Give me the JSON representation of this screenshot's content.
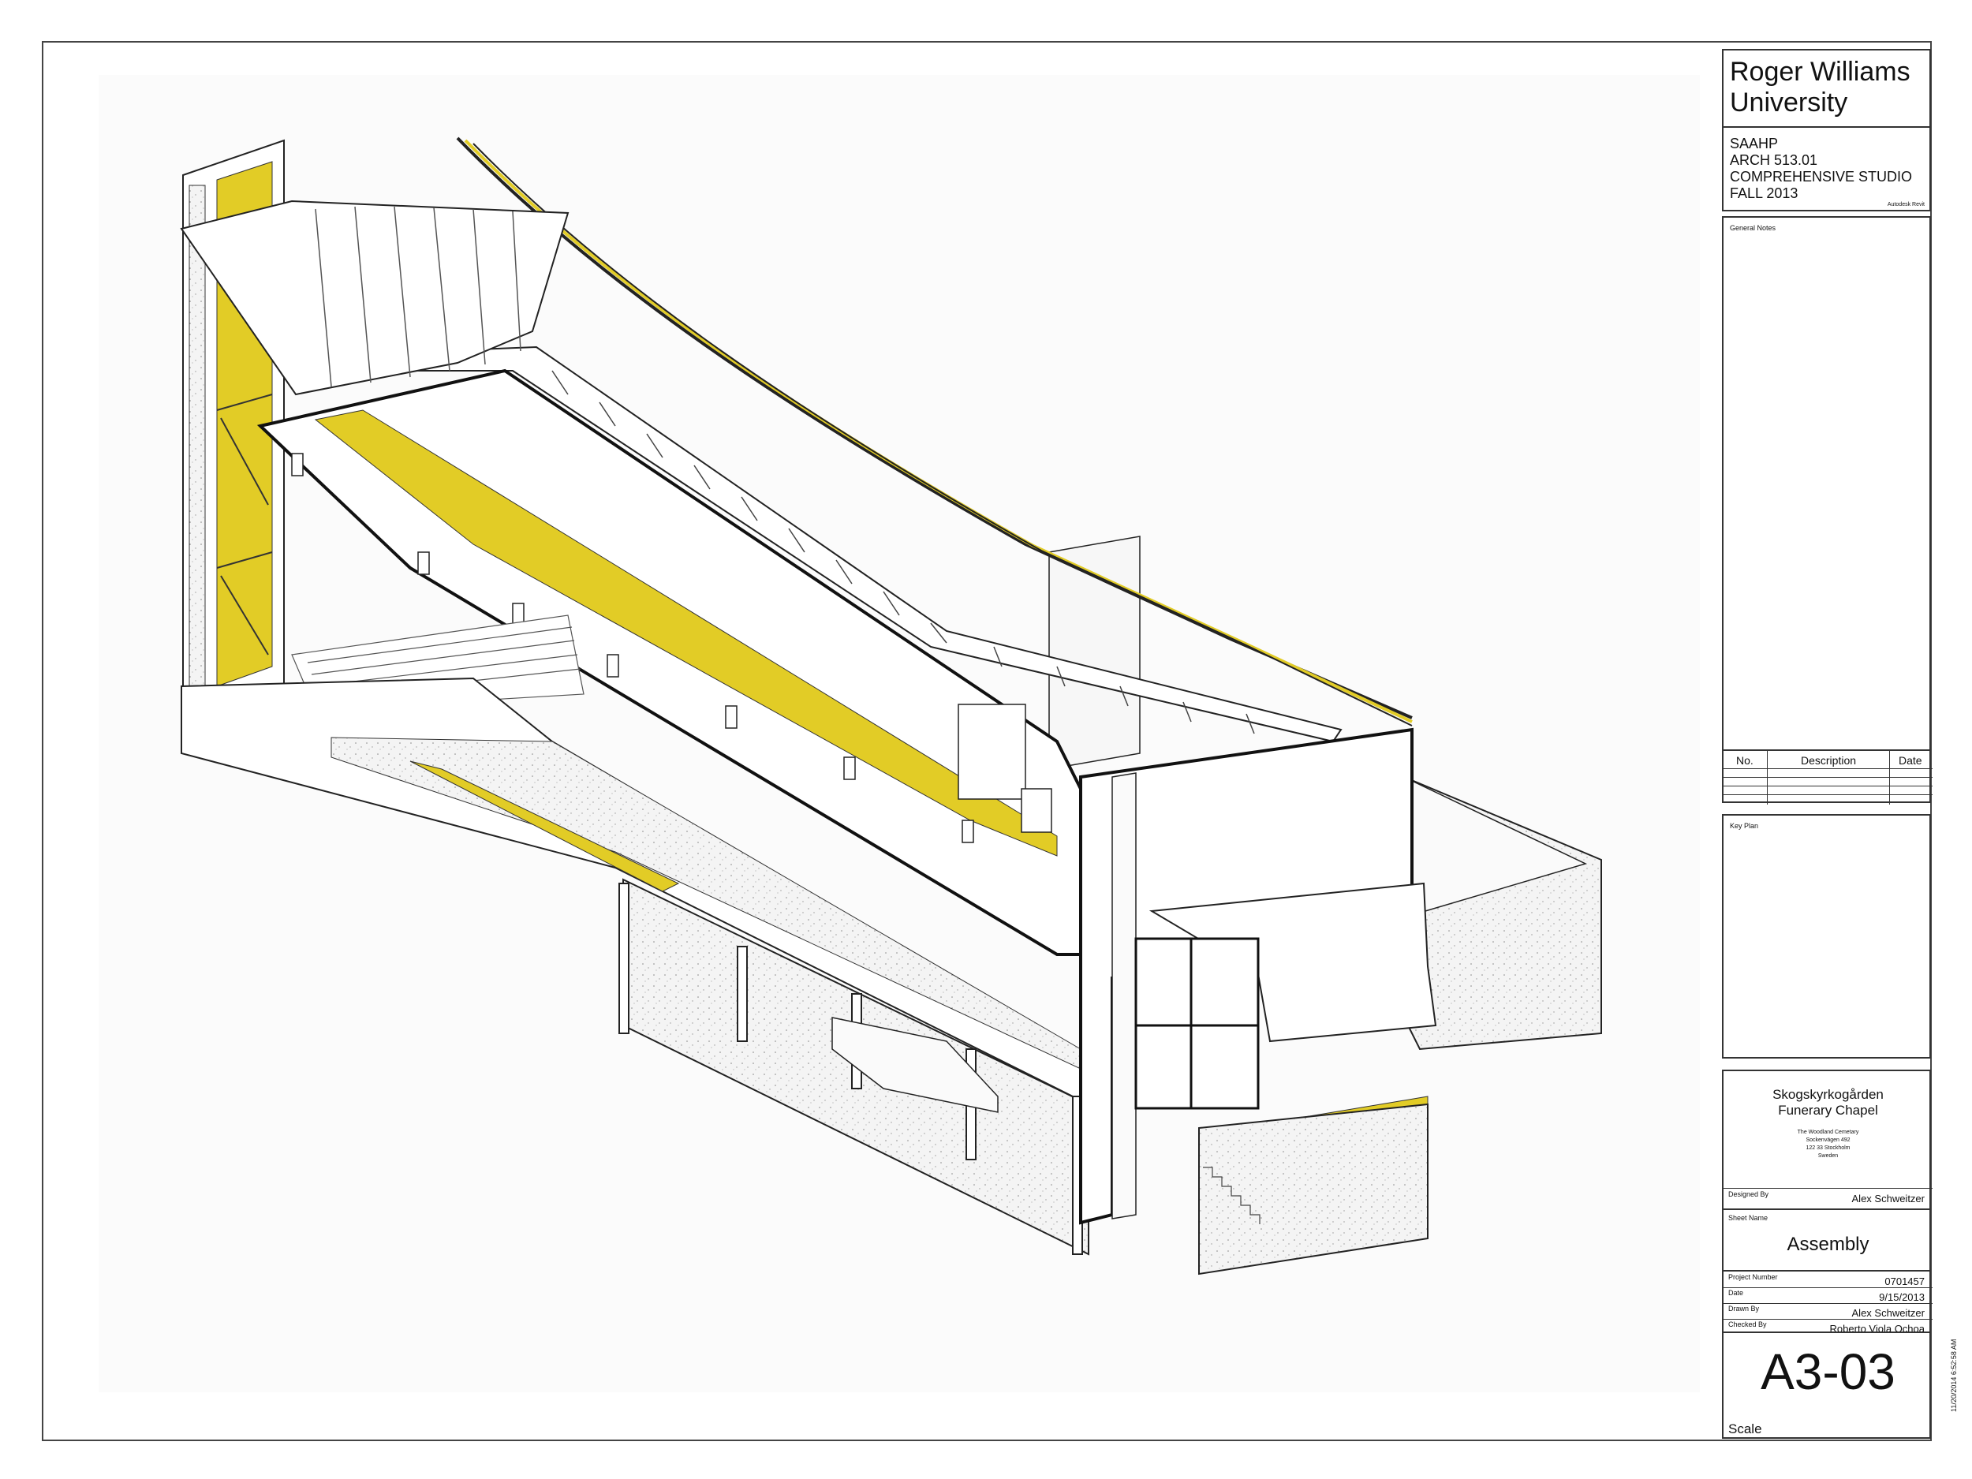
{
  "title_block": {
    "university": [
      "Roger Williams",
      "University"
    ],
    "course_lines": [
      "SAAHP",
      "ARCH 513.01",
      "COMPREHENSIVE STUDIO",
      "FALL 2013"
    ],
    "software_tag": "Autodesk Revit",
    "general_notes_label": "General Notes",
    "revision_table": {
      "headers": [
        "No.",
        "Description",
        "Date"
      ],
      "rows": 4
    },
    "key_plan_label": "Key Plan",
    "project_name": [
      "Skogskyrkogården",
      "Funerary Chapel"
    ],
    "address": [
      "The Woodland Cemetary",
      "Sockenvägen 492",
      "122 33 Stockholm",
      "Sweden"
    ],
    "designed_by_label": "Designed By",
    "designed_by": "Alex Schweitzer",
    "sheet_name_label": "Sheet Name",
    "sheet_name": "Assembly",
    "project_number_label": "Project Number",
    "project_number": "0701457",
    "date_label": "Date",
    "date": "9/15/2013",
    "drawn_by_label": "Drawn By",
    "drawn_by": "Alex Schweitzer",
    "checked_by_label": "Checked By",
    "checked_by": "Roberto Viola Ochoa",
    "sheet_number": "A3-03",
    "scale_label": "Scale"
  },
  "timestamp": "11/20/2014 6:52:58 AM",
  "colors": {
    "accent_yellow": "#e2cc26",
    "line": "#111111",
    "concrete_fill": "#f2f2f2"
  }
}
